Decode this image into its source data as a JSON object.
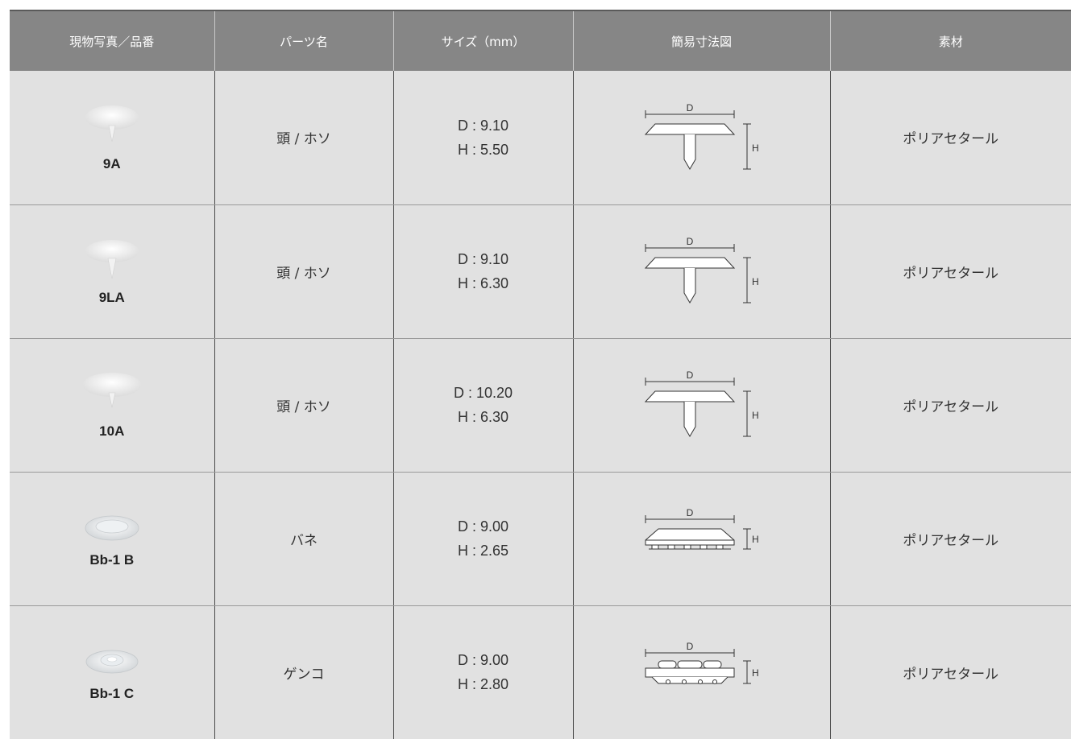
{
  "headers": [
    "現物写真／品番",
    "パーツ名",
    "サイズ（mm）",
    "簡易寸法図",
    "素材"
  ],
  "rows": [
    {
      "code": "9A",
      "part": "頭 / ホソ",
      "size_d": "D : 9.10",
      "size_h": "H : 5.50",
      "material": "ポリアセタール",
      "diagram_d": "D",
      "diagram_h": "H",
      "photo_icon": "button-head-photo",
      "diagram_icon": "head-stud-diagram"
    },
    {
      "code": "9LA",
      "part": "頭 / ホソ",
      "size_d": "D : 9.10",
      "size_h": "H : 6.30",
      "material": "ポリアセタール",
      "diagram_d": "D",
      "diagram_h": "H",
      "photo_icon": "button-head-photo",
      "diagram_icon": "head-stud-diagram"
    },
    {
      "code": "10A",
      "part": "頭 / ホソ",
      "size_d": "D : 10.20",
      "size_h": "H : 6.30",
      "material": "ポリアセタール",
      "diagram_d": "D",
      "diagram_h": "H",
      "photo_icon": "button-head-photo",
      "diagram_icon": "head-stud-diagram"
    },
    {
      "code": "Bb-1 B",
      "part": "バネ",
      "size_d": "D : 9.00",
      "size_h": "H : 2.65",
      "material": "ポリアセタール",
      "diagram_d": "D",
      "diagram_h": "H",
      "photo_icon": "spring-socket-photo",
      "diagram_icon": "spring-diagram"
    },
    {
      "code": "Bb-1 C",
      "part": "ゲンコ",
      "size_d": "D : 9.00",
      "size_h": "H : 2.80",
      "material": "ポリアセタール",
      "diagram_d": "D",
      "diagram_h": "H",
      "photo_icon": "stud-socket-photo",
      "diagram_icon": "genko-diagram"
    }
  ],
  "colors": {
    "header_bg": "#868686",
    "row_bg": "#e1e1e1",
    "header_text": "#ffffff"
  }
}
